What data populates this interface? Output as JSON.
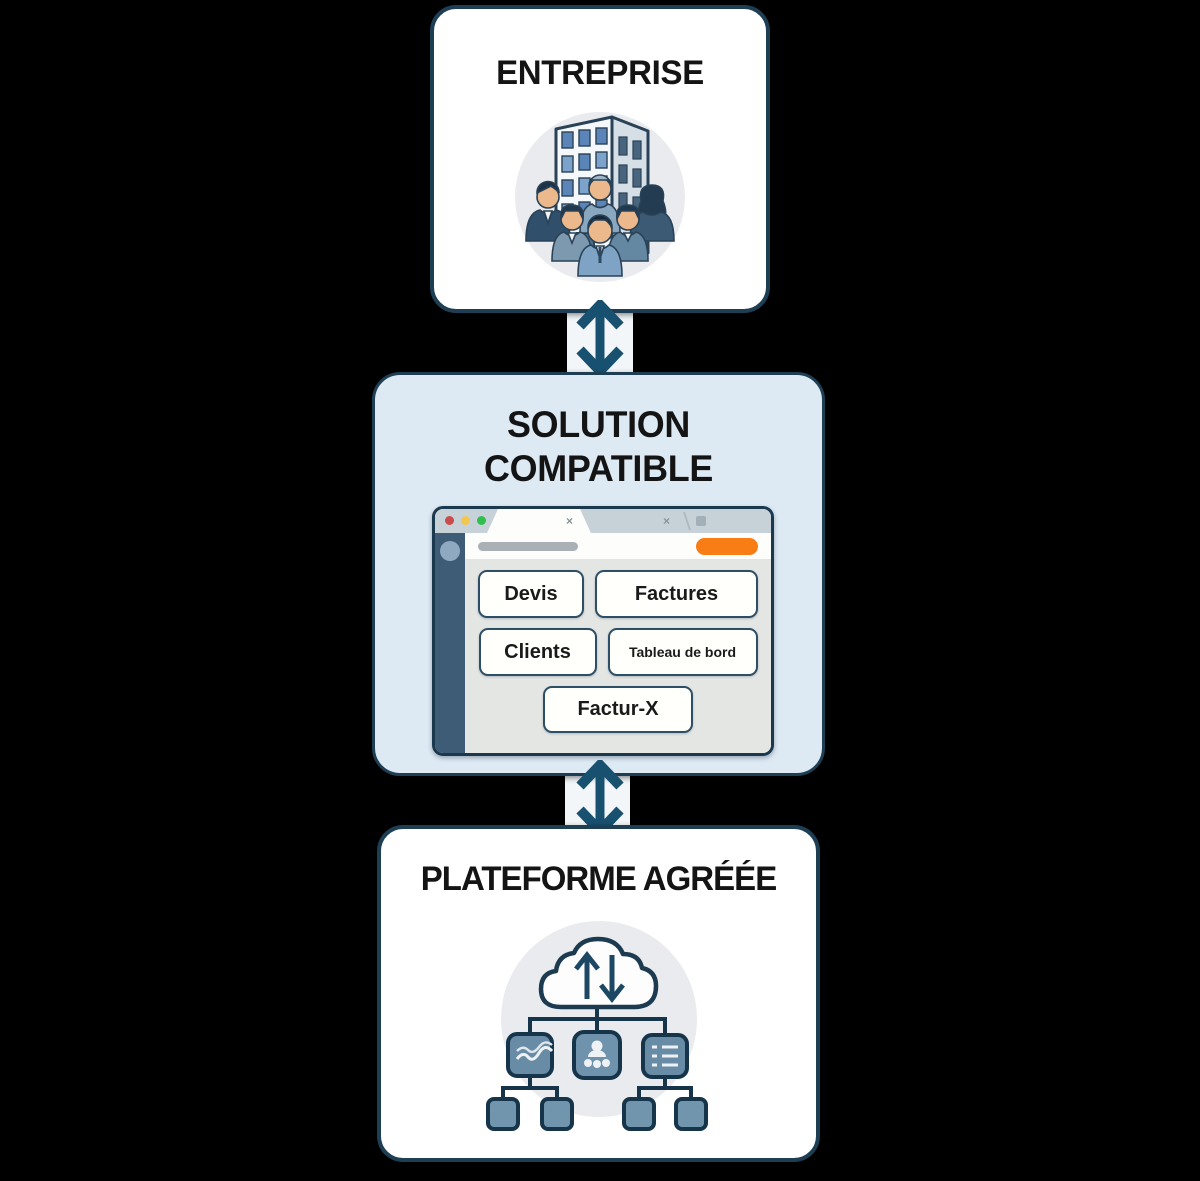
{
  "diagram": {
    "boxes": {
      "entreprise": {
        "title": "ENTREPRISE",
        "icon": "company-building-team-icon"
      },
      "solution": {
        "title_line1": "SOLUTION",
        "title_line2": "COMPATIBLE"
      },
      "plateforme": {
        "title": "PLATEFORME AGRÉÉE",
        "icon": "cloud-network-icon"
      }
    },
    "connectors": {
      "type": "bidirectional-vertical-arrow",
      "count": 2
    }
  },
  "browser": {
    "window_controls": [
      "close",
      "minimize",
      "maximize"
    ],
    "active_tab_close": "×",
    "inactive_tab_close": "×",
    "nav_buttons": [
      {
        "label": "Devis"
      },
      {
        "label": "Factures"
      },
      {
        "label": "Clients"
      },
      {
        "label": "Tableau de bord"
      },
      {
        "label": "Factur-X"
      }
    ]
  },
  "colors": {
    "box_border": "#1e3e54",
    "middle_box_bg": "#dde9f3",
    "arrow": "#17516f",
    "accent_orange": "#f87d15",
    "browser_sidebar": "#3f5c76",
    "browser_content_bg": "#e4e6e4"
  }
}
